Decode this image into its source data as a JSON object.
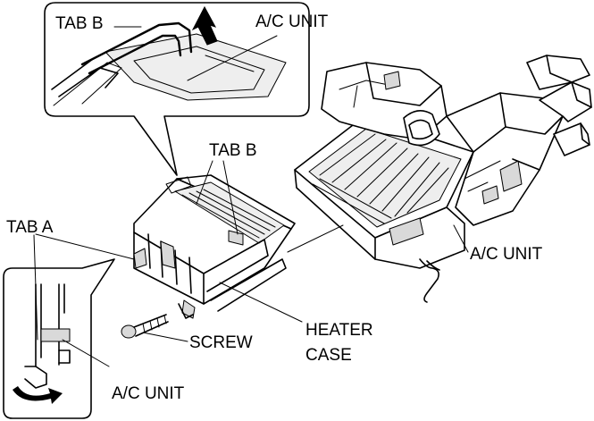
{
  "labels": {
    "top_tab_b": "TAB B",
    "top_ac_unit": "A/C UNIT",
    "mid_tab_b": "TAB B",
    "tab_a": "TAB A",
    "right_ac_unit": "A/C UNIT",
    "heater_case_line1": "HEATER",
    "heater_case_line2": "CASE",
    "screw": "SCREW",
    "bottom_ac_unit": "A/C UNIT"
  },
  "colors": {
    "line": "#000000",
    "background": "#ffffff",
    "shade": "#d9d9d9"
  }
}
